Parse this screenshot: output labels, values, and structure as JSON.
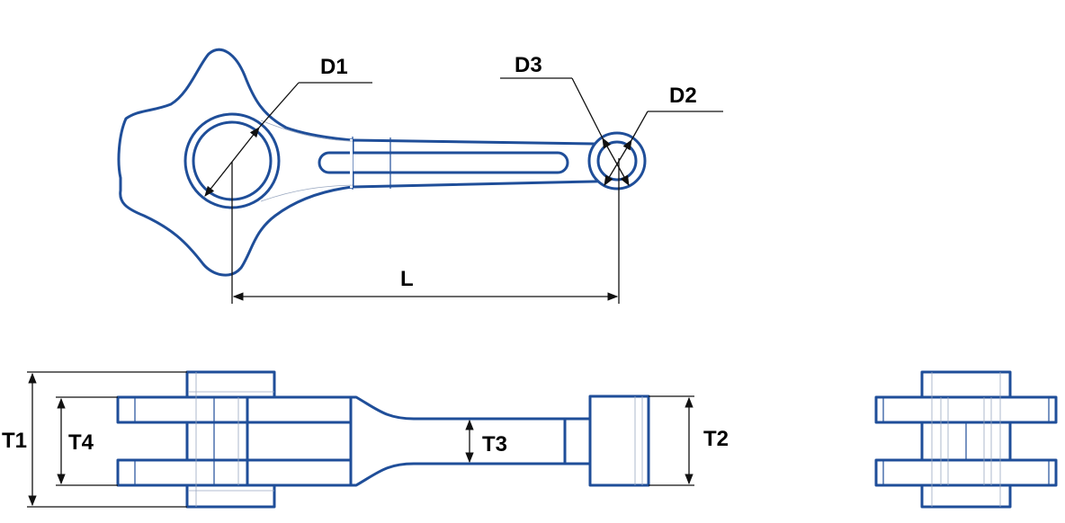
{
  "labels": {
    "d1": "D1",
    "d2": "D2",
    "d3": "D3",
    "l": "L",
    "t1": "T1",
    "t2": "T2",
    "t3": "T3",
    "t4": "T4"
  },
  "colors": {
    "part_outline": "#1f4e99",
    "dimension_line": "#111111",
    "background": "#ffffff"
  }
}
